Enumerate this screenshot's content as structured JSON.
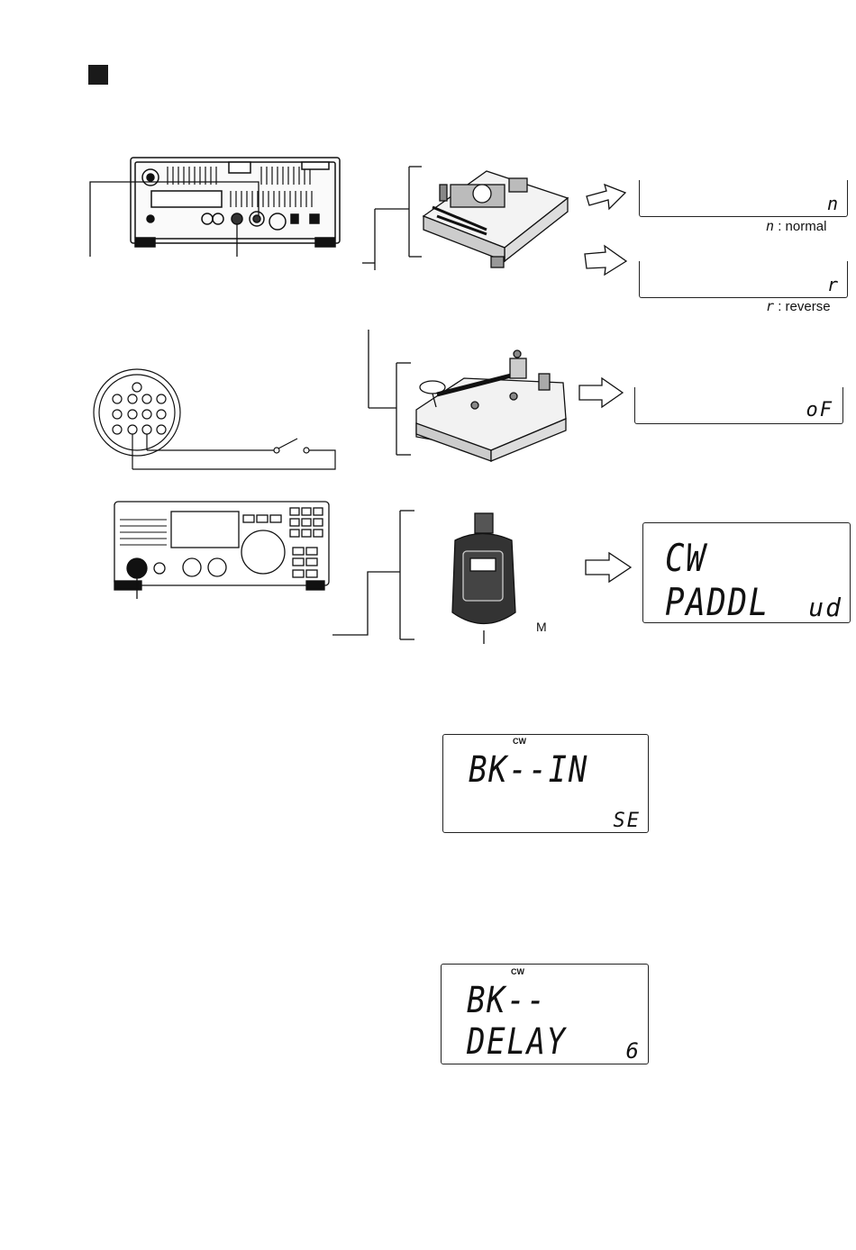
{
  "labels": {
    "normal": "normal",
    "reverse": "reverse",
    "mic_partial": "M"
  },
  "displays": {
    "paddle_normal": {
      "value": "n"
    },
    "paddle_reverse": {
      "value": "r"
    },
    "straight_key": {
      "value": "oF"
    },
    "cw_paddle": {
      "main": "CW PADDL",
      "value": "ud"
    },
    "bk_in": {
      "indicator": "CW",
      "main": "BK--IN",
      "value": "SE"
    },
    "bk_delay": {
      "indicator": "CW",
      "main": "BK--DELAY",
      "value": "6"
    }
  },
  "icons": [
    "transceiver-rear-icon",
    "paddle-key-icon",
    "straight-key-icon",
    "acc-socket-icon",
    "transceiver-front-icon",
    "hand-microphone-icon",
    "arrow-icon"
  ]
}
